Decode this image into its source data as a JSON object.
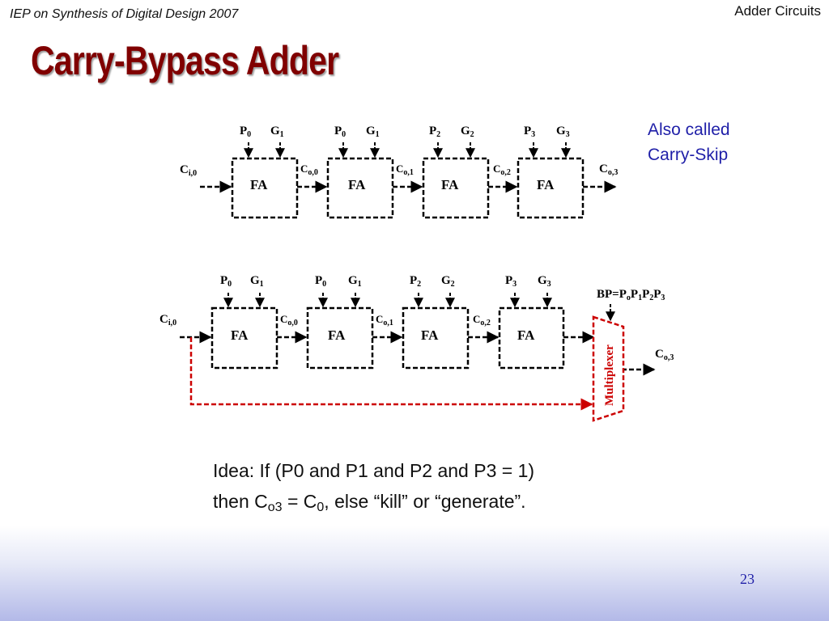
{
  "header": {
    "left": "IEP on Synthesis of Digital Design 2007",
    "right": "Adder Circuits"
  },
  "title": "Carry-Bypass Adder",
  "note": {
    "line1": "Also called",
    "line2": "Carry-Skip"
  },
  "diagram": {
    "fa_label": "FA",
    "inputs": [
      {
        "p": "P",
        "p_sub": "0",
        "g": "G",
        "g_sub": "1"
      },
      {
        "p": "P",
        "p_sub": "0",
        "g": "G",
        "g_sub": "1"
      },
      {
        "p": "P",
        "p_sub": "2",
        "g": "G",
        "g_sub": "2"
      },
      {
        "p": "P",
        "p_sub": "3",
        "g": "G",
        "g_sub": "3"
      }
    ],
    "carries": [
      {
        "main": "C",
        "sub": "i,0"
      },
      {
        "main": "C",
        "sub": "o,0"
      },
      {
        "main": "C",
        "sub": "o,1"
      },
      {
        "main": "C",
        "sub": "o,2"
      },
      {
        "main": "C",
        "sub": "o,3"
      }
    ],
    "multiplexer": "Multiplexer",
    "bp_equation": {
      "prefix": "BP=P",
      "s0": "o",
      "p1": "P",
      "s1": "1",
      "p2": "P",
      "s2": "2",
      "p3": "P",
      "s3": "3"
    }
  },
  "idea": {
    "line1": "Idea: If (P0 and P1 and P2 and P3 = 1)",
    "line2_a": "then C",
    "line2_sub1": "o3",
    "line2_b": " = C",
    "line2_sub2": "0",
    "line2_c": ", else “kill” or “generate”."
  },
  "page_number": "23",
  "colors": {
    "title": "#800000",
    "note": "#1f1fa8",
    "bypass": "#cc0000",
    "page_number": "#1f1fa8"
  }
}
